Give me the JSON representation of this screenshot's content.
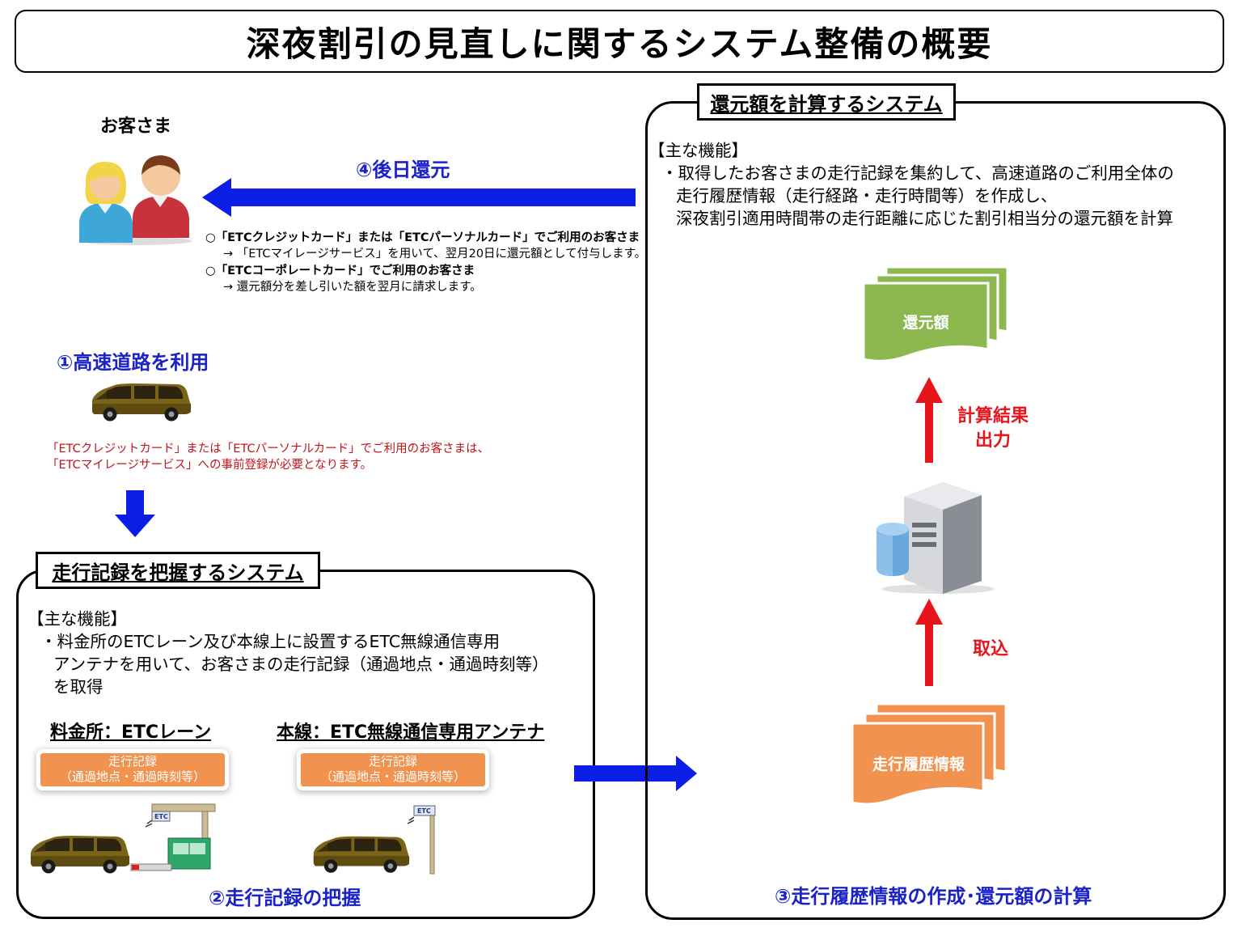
{
  "title": "深夜割引の見直しに関するシステム整備の概要",
  "customer": {
    "label": "お客さま"
  },
  "step4": {
    "label": "④後日還元",
    "lines": [
      "○「ETCクレジットカード」または「ETCパーソナルカード」でご利用のお客さま",
      "→ 「ETCマイレージサービス」を用いて、翌月20日に還元額として付与します。",
      "○「ETCコーポレートカード」でご利用のお客さま",
      "→ 還元額分を差し引いた額を翌月に請求します。"
    ]
  },
  "step1": {
    "label": "①高速道路を利用",
    "note_lines": [
      "「ETCクレジットカード」または「ETCパーソナルカード」でご利用のお客さまは、",
      "「ETCマイレージサービス」への事前登録が必要となります。"
    ]
  },
  "record_system": {
    "label": "走行記録を把握するシステム",
    "functions_head": "【主な機能】",
    "function_lines": [
      "・料金所のETCレーン及び本線上に設置するETC無線通信専用",
      "アンテナを用いて、お客さまの走行記録（通過地点・通過時刻等）",
      "を取得"
    ],
    "tollgate_head": "料金所：ETCレーン",
    "mainline_head": "本線：ETC無線通信専用アンテナ",
    "record_label_1": "走行記録",
    "record_label_2": "（通過地点・通過時刻等）",
    "etc_sign": "ETC",
    "step2": "②走行記録の把握"
  },
  "calc_system": {
    "label": "還元額を計算するシステム",
    "functions_head": "【主な機能】",
    "function_lines": [
      "・取得したお客さまの走行記録を集約して、高速道路のご利用全体の",
      "走行履歴情報（走行経路・走行時間等）を作成し、",
      "深夜割引適用時間帯の走行距離に応じた割引相当分の還元額を計算"
    ],
    "refund_doc": "還元額",
    "output_label_1": "計算結果",
    "output_label_2": "出力",
    "import_label": "取込",
    "history_doc": "走行履歴情報",
    "step3": "③走行履歴情報の作成･還元額の計算"
  },
  "colors": {
    "blue_arrow": "#0a1ee6",
    "red_arrow": "#e8141c",
    "orange": "#f1924f",
    "green_doc": "#8cb84f",
    "heading_blue": "#1a22c8",
    "note_red": "#c0141c"
  }
}
